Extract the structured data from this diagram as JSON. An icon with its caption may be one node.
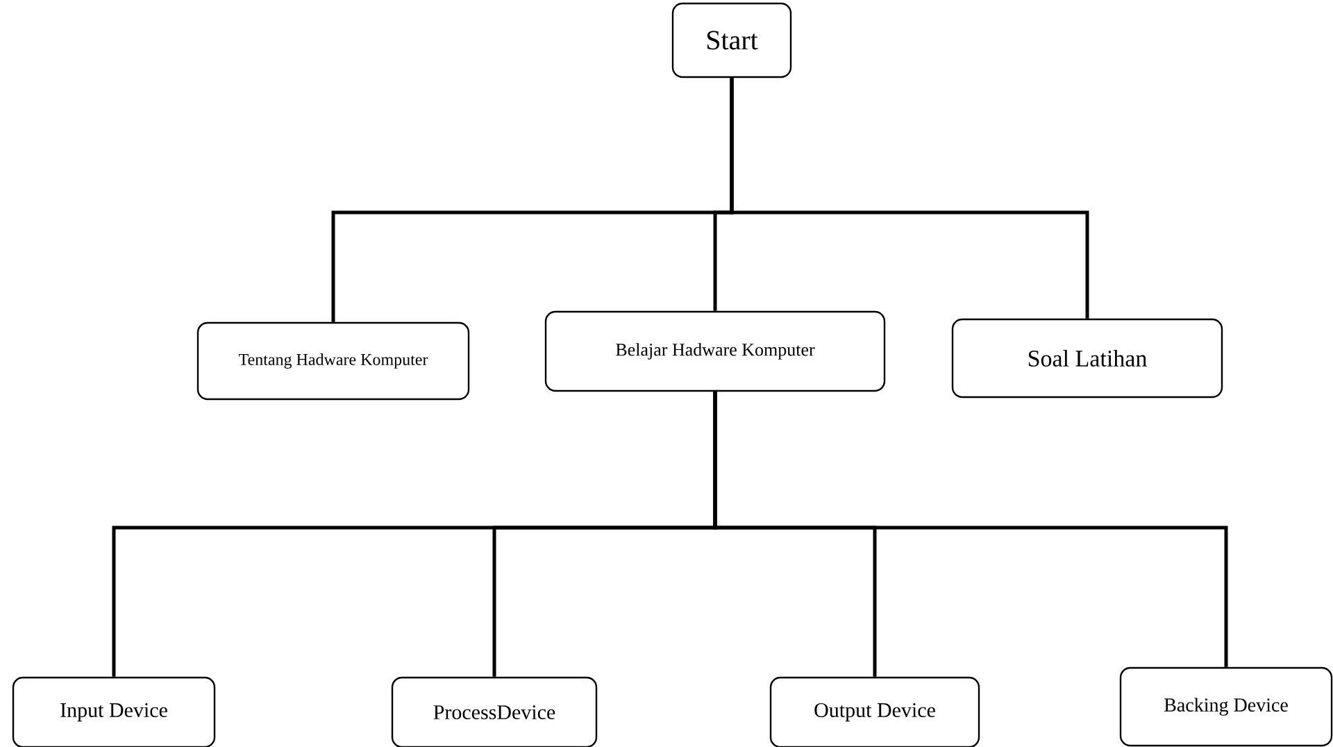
{
  "diagram": {
    "nodes": [
      {
        "text": [
          "Start"
        ]
      },
      {
        "text": [
          "Tentang Hadware Komputer"
        ]
      },
      {
        "text": [
          "Belajar Hadware Komputer"
        ]
      },
      {
        "text": [
          "Soal Latihan"
        ]
      },
      {
        "text": [
          "Input Device"
        ]
      },
      {
        "text": [
          "ProcessDevice"
        ]
      },
      {
        "text": [
          "Output Device"
        ]
      },
      {
        "text": [
          "Backing Device"
        ]
      }
    ],
    "edges": [
      {
        "from": 0,
        "to": 1,
        "arrow": "none"
      },
      {
        "from": 0,
        "to": 2,
        "arrow": "none"
      },
      {
        "from": 0,
        "to": 3,
        "arrow": "none"
      },
      {
        "from": 2,
        "to": 4,
        "arrow": "none"
      },
      {
        "from": 2,
        "to": 5,
        "arrow": "none"
      },
      {
        "from": 2,
        "to": 6,
        "arrow": "none"
      },
      {
        "from": 2,
        "to": 7,
        "arrow": "none"
      }
    ]
  }
}
